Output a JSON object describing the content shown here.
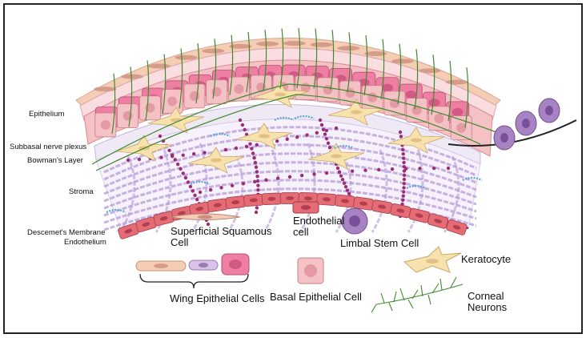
{
  "layer_labels": {
    "epithelium": "Epithelium",
    "subbasal_nerve_plexus": "Subbasal nerve plexus",
    "bowmans_layer": "Bowman's Layer",
    "stroma": "Stroma",
    "descemets_membrane": "Descemet's Membrane",
    "endothelium": "Endothelium"
  },
  "legend": {
    "superficial_squamous_cell": [
      "Superficial Squamous",
      "Cell"
    ],
    "endothelial_cell": [
      "Endothelial",
      "cell"
    ],
    "limbal_stem_cell": "Limbal Stem Cell",
    "keratocyte": "Keratocyte",
    "wing_epithelial_cells": "Wing Epithelial Cells",
    "basal_epithelial_cell": "Basal Epithelial Cell",
    "corneal_neurons": [
      "Corneal",
      "Neurons"
    ]
  },
  "colors": {
    "basal_cell": "#f4c1c4",
    "wing_cell_pink": "#ee7fa2",
    "wing_cell_lavender": "#d9c3e6",
    "squamous_cell": "#f4cdb4",
    "endothelial_cell": "#e56c74",
    "limbal_stem_cell": "#a883c3",
    "keratocyte": "#f7e1ad",
    "nerve": "#3f8a2c",
    "collagen": "#b59ad6",
    "membrane_dots": "#9a2f78",
    "aux_blue": "#5aa6d4"
  }
}
